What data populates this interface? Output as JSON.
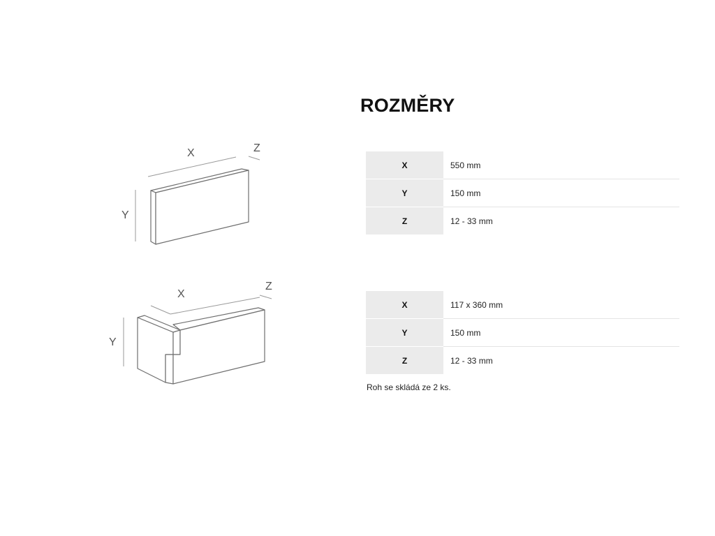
{
  "title": "ROZMĚRY",
  "diagrams": {
    "panel": {
      "x_label": "X",
      "y_label": "Y",
      "z_label": "Z"
    },
    "corner": {
      "x_label": "X",
      "y_label": "Y",
      "z_label": "Z"
    }
  },
  "tables": [
    {
      "rows": [
        {
          "key": "X",
          "value": "550 mm"
        },
        {
          "key": "Y",
          "value": "150 mm"
        },
        {
          "key": "Z",
          "value": "12 - 33 mm"
        }
      ]
    },
    {
      "rows": [
        {
          "key": "X",
          "value": "117 x 360 mm"
        },
        {
          "key": "Y",
          "value": "150 mm"
        },
        {
          "key": "Z",
          "value": "12 - 33 mm"
        }
      ]
    }
  ],
  "note": "Roh se skládá ze 2 ks.",
  "colors": {
    "key_cell_bg": "#ebebeb",
    "divider": "#e4e4e4",
    "diagram_stroke": "#777777"
  }
}
